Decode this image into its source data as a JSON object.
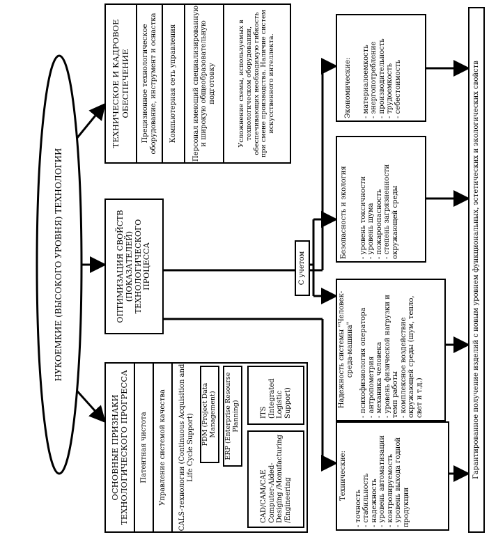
{
  "root": {
    "text": "НУКОЕМКИЕ (ВЫСОКОГО УРОВНЯ) ТЕХНОЛОГИИ"
  },
  "tech": {
    "title": "ТЕХНИЧЕСКОЕ И КАДРОВОЕ ОБЕСПЕЧЕНИЕ",
    "items": [
      "Прецизионное технологическое оборудование, инструмент и оснастка",
      "Компьютерная сеть управления",
      "Персонал имеющий специализированную и широкую общеобразовательную подготовку",
      "Усложнение схемы, используемых в технологическом оборудовании, обеспечивающих необходимую гибкость при смене производства. Наличие систем искусственного интеллекта."
    ]
  },
  "opt": {
    "text": "ОПТИМИЗАЦИЯ СВОЙСТВ (ПОКАЗАТЕЛЕЙ) ТЕХНОЛОГИЧЕСКОГО ПРОЦЕССА"
  },
  "signs": {
    "title": "ОСНОВНЫЕ ПРИЗНАКИ ТЕХНОЛОГИЧЕСКОГО ПРОГРЕССА",
    "item1": "Патентная чистота",
    "item2": "Управление системой качества",
    "cals_title": "CALS-технологии (Continuous Acquisition and Life Cycle Support)",
    "pdm": "PDM (Project Data Management)",
    "erp": "ERP (Enterprise Resourse Planning)",
    "cad": "CAD/CAM/CAE Computer-Aided-Desiging /Monufacturing /Engineering",
    "its": "ITS (Integrated Logistic Support)"
  },
  "consider": {
    "text": "С учетом"
  },
  "econ": {
    "title": "Экономические:",
    "items": [
      "материалоемкость",
      "энергопотребление",
      "производительность",
      "трудоемкость",
      "себестоимость"
    ]
  },
  "safety": {
    "title": "Безопасность и экология",
    "items": [
      "уровень токсичности",
      "уровень шума",
      "пожароопасность",
      "степень загрязненности окружающей среды"
    ]
  },
  "reliab": {
    "title": "Надежность системы \"Человек-среда-машина\"",
    "items": [
      "психофизиология оператора",
      "антропометрия",
      "механика человека",
      "уровень физической нагрузки и темп работы",
      "комплексное воздействие окружающей среды (шум, тепло, свет и т.д.)"
    ]
  },
  "techn": {
    "title": "Технические:",
    "items": [
      "точность",
      "стабильность",
      "надежность",
      "уровень автоматизации",
      "контролируемость",
      "уровень выхода годной продукции"
    ]
  },
  "result": {
    "text": "Гарантированное получение изделий с новым уровнем функциональных, эстетических и экологических свойств"
  }
}
